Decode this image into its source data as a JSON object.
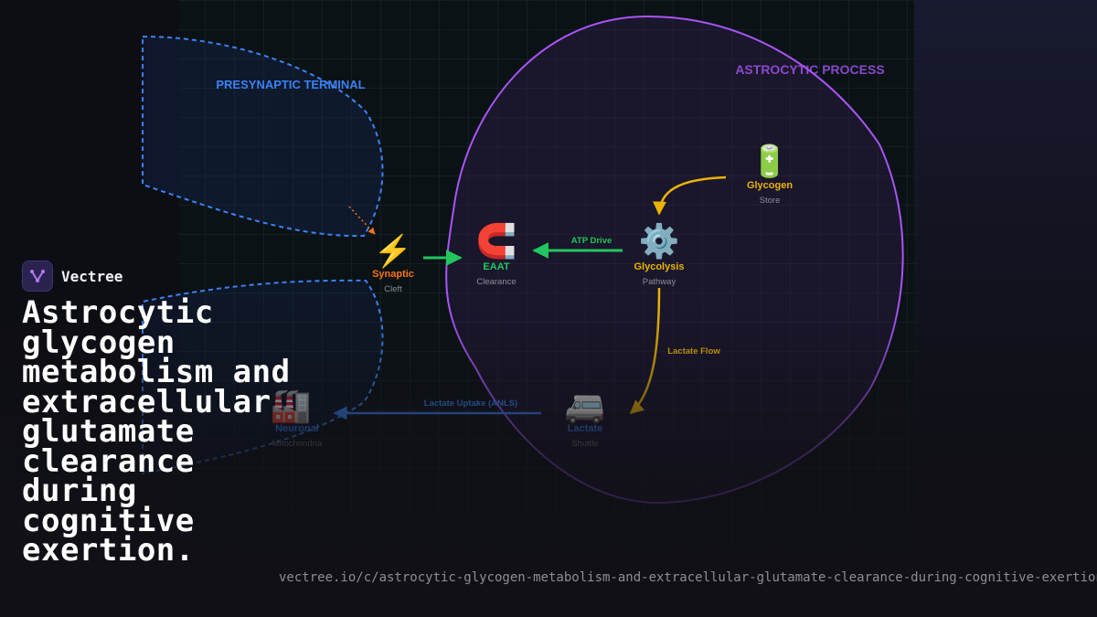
{
  "diagram": {
    "regions": {
      "presynaptic": {
        "label": "PRESYNAPTIC TERMINAL",
        "color": "#3b82f6"
      },
      "astrocytic": {
        "label": "ASTROCYTIC PROCESS",
        "color": "#a855f7"
      }
    },
    "nodes": {
      "synaptic": {
        "icon": "⚡",
        "title": "Synaptic",
        "subtitle": "Cleft",
        "color": "#f97316",
        "icon_name": "lightning-icon"
      },
      "eaat": {
        "icon": "🧲",
        "title": "EAAT",
        "subtitle": "Clearance",
        "color": "#22c55e",
        "icon_name": "magnet-icon"
      },
      "glycolysis": {
        "icon": "⚙️",
        "title": "Glycolysis",
        "subtitle": "Pathway",
        "color": "#eab308",
        "icon_name": "gear-icon"
      },
      "glycogen": {
        "icon": "🔋",
        "title": "Glycogen",
        "subtitle": "Store",
        "color": "#eab308",
        "icon_name": "battery-icon"
      },
      "lactate": {
        "icon": "🚐",
        "title": "Lactate",
        "subtitle": "Shuttle",
        "color": "#3b82f6",
        "icon_name": "van-icon"
      },
      "neuronal": {
        "icon": "🏭",
        "title": "Neuronal",
        "subtitle": "Mitochondria",
        "color": "#3b82f6",
        "icon_name": "factory-icon"
      }
    },
    "edges": {
      "atp_drive": {
        "label": "ATP Drive",
        "color": "#22c55e"
      },
      "lactate_flow": {
        "label": "Lactate Flow",
        "color": "#eab308"
      },
      "lactate_uptake": {
        "label": "Lactate Uptake (ANLS)",
        "color": "#3b82f6"
      }
    }
  },
  "brand": {
    "name": "Vectree"
  },
  "title": "Astrocytic glycogen metabolism and extracellular glutamate clearance during cognitive exertion.",
  "url": "vectree.io/c/astrocytic-glycogen-metabolism-and-extracellular-glutamate-clearance-during-cognitive-exertion"
}
